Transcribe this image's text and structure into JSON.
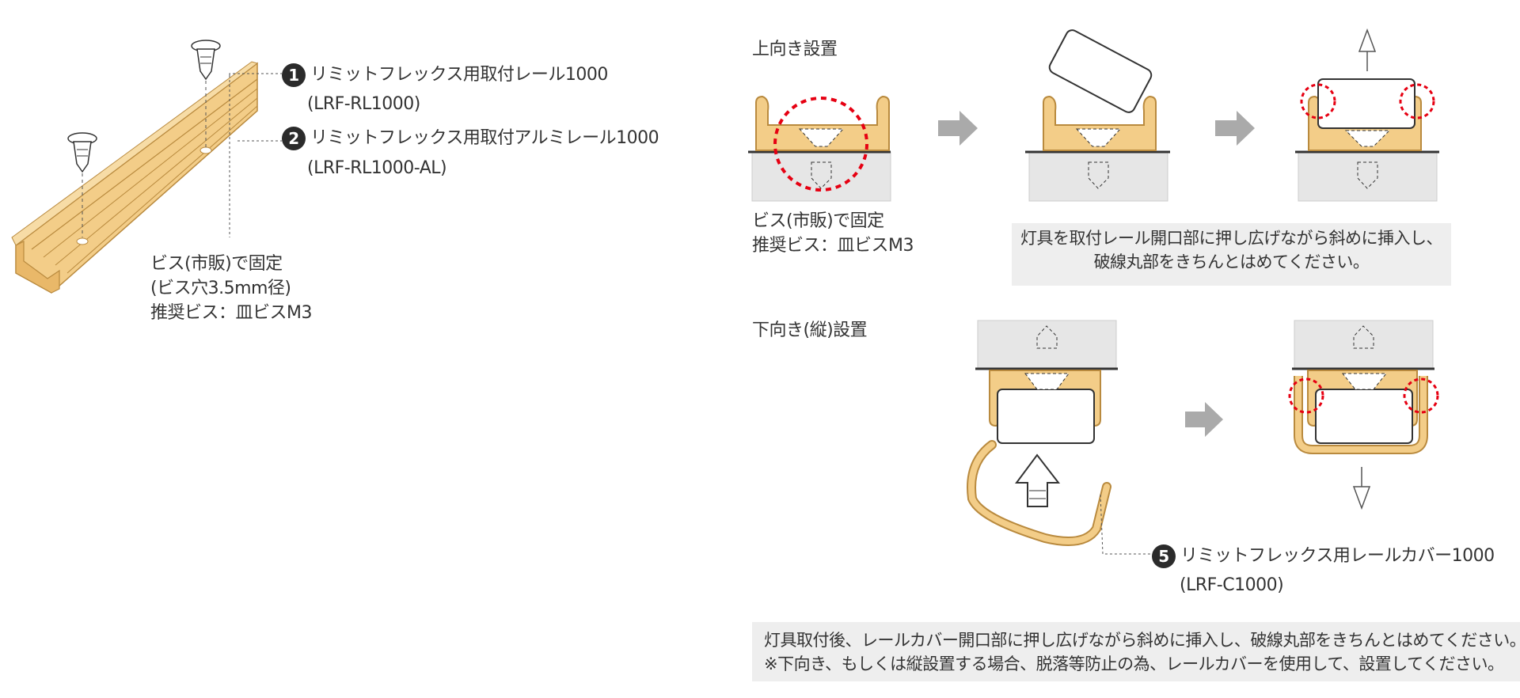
{
  "colors": {
    "rail_fill": "#f3cd88",
    "rail_stroke": "#b98a3e",
    "ceiling_fill": "#e6e6e6",
    "highlight_circle": "#e60012",
    "arrow_gray": "#aaaaaa",
    "note_bg": "#eeeeee",
    "badge_bg": "#2b2b2b"
  },
  "left": {
    "part1": {
      "number": "1",
      "name": "リミットフレックス用取付レール1000",
      "code": "(LRF-RL1000)"
    },
    "part2": {
      "number": "2",
      "name": "リミットフレックス用取付アルミレール1000",
      "code": "(LRF-RL1000-AL)"
    },
    "screw_note": [
      "ビス(市販)で固定",
      "(ビス穴3.5mm径)",
      "推奨ビス：皿ビスM3"
    ]
  },
  "upward": {
    "title": "上向き設置",
    "screw_note": [
      "ビス(市販)で固定",
      "推奨ビス：皿ビスM3"
    ],
    "instruction": [
      "灯具を取付レール開口部に押し広げながら斜めに挿入し、",
      "破線丸部をきちんとはめてください。"
    ]
  },
  "downward": {
    "title": "下向き(縦)設置",
    "part5": {
      "number": "5",
      "name": "リミットフレックス用レールカバー1000",
      "code": "(LRF-C1000)"
    }
  },
  "bottom_note": [
    "灯具取付後、レールカバー開口部に押し広げながら斜めに挿入し、破線丸部をきちんとはめてください。",
    "※下向き、もしくは縦設置する場合、脱落等防止の為、レールカバーを使用して、設置してください。"
  ]
}
